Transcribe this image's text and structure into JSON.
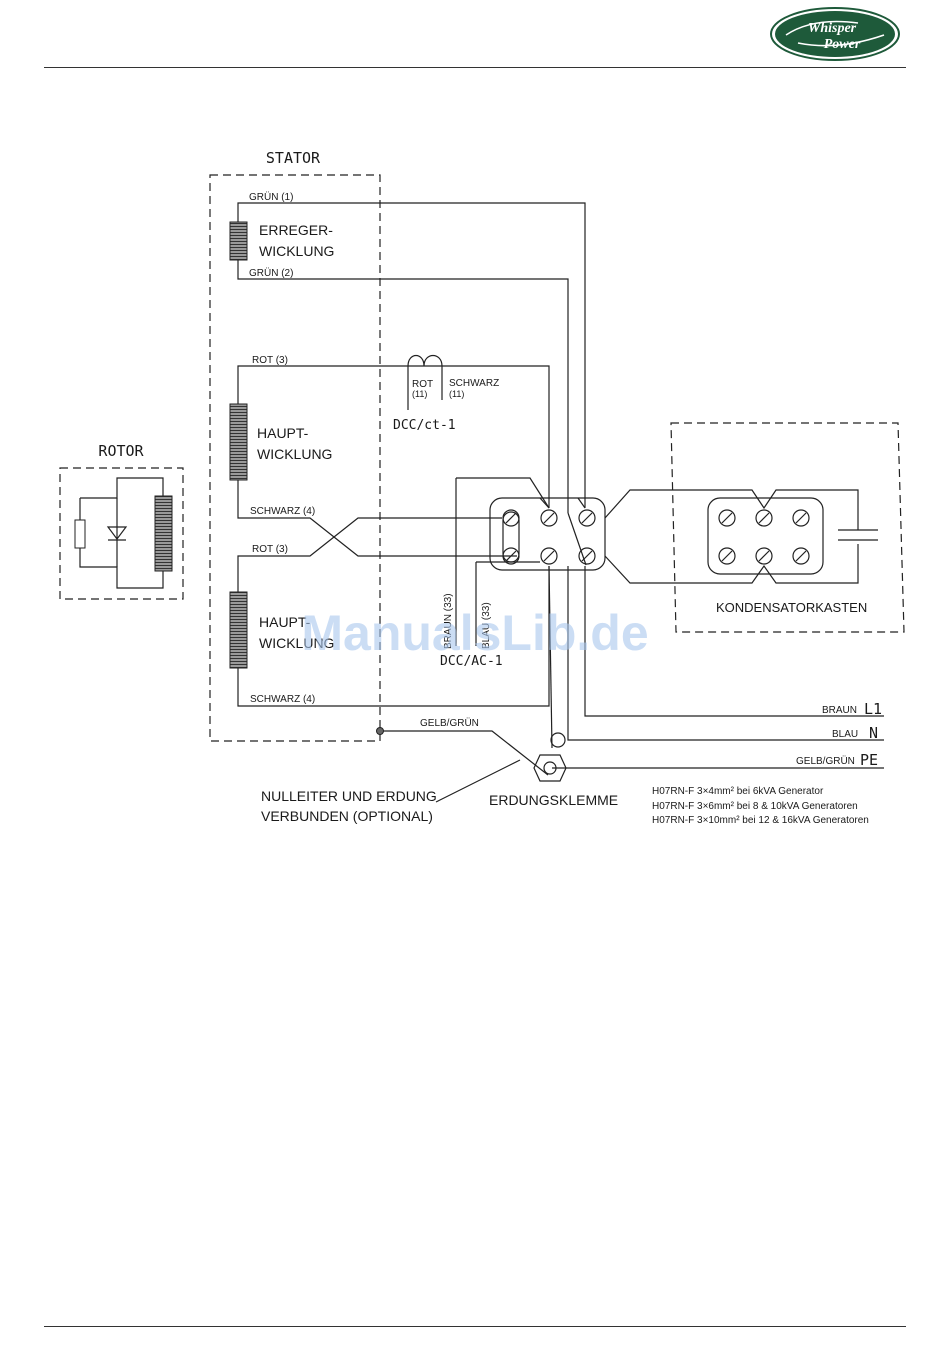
{
  "brand": {
    "logo_line1": "Whisper",
    "logo_line2": "Power",
    "color": "#1e5a3a"
  },
  "diagram": {
    "stator": "STATOR",
    "rotor": "ROTOR",
    "gruen_1": "GRÜN (1)",
    "gruen_2": "GRÜN (2)",
    "erreger_1": "ERREGER-",
    "erreger_2": "WICKLUNG",
    "rot_3_a": "ROT (3)",
    "rot_3_b": "ROT (3)",
    "haupt_a_1": "HAUPT-",
    "haupt_a_2": "WICKLUNG",
    "haupt_b_1": "HAUPT-",
    "haupt_b_2": "WICKLUNG",
    "schwarz_4_a": "SCHWARZ (4)",
    "schwarz_4_b": "SCHWARZ (4)",
    "ct_rot": "ROT",
    "ct_rot_num": "(11)",
    "ct_schwarz": "SCHWARZ",
    "ct_schwarz_num": "(11)",
    "dcc_ct": "DCC/ct-1",
    "dcc_ac": "DCC/AC-1",
    "braun_33": "BRAUN (33)",
    "blau_33": "BLAU (33)",
    "kondensator": "KONDENSATORKASTEN",
    "gelb_gruen_top": "GELB/GRÜN",
    "nulleiter_1": "NULLEITER UND ERDUNG",
    "nulleiter_2": "VERBUNDEN (OPTIONAL)",
    "erdungsklemme": "ERDUNGSKLEMME",
    "braun": "BRAUN",
    "l1": "L1",
    "blau": "BLAU",
    "n": "N",
    "gelb_gruen": "GELB/GRÜN",
    "pe": "PE",
    "cable_1": "H07RN-F 3×4mm² bei 6kVA Generator",
    "cable_2": "H07RN-F 3×6mm² bei 8 & 10kVA Generatoren",
    "cable_3": "H07RN-F 3×10mm² bei 12 & 16kVA Generatoren"
  },
  "watermark": "ManualsLib.de"
}
